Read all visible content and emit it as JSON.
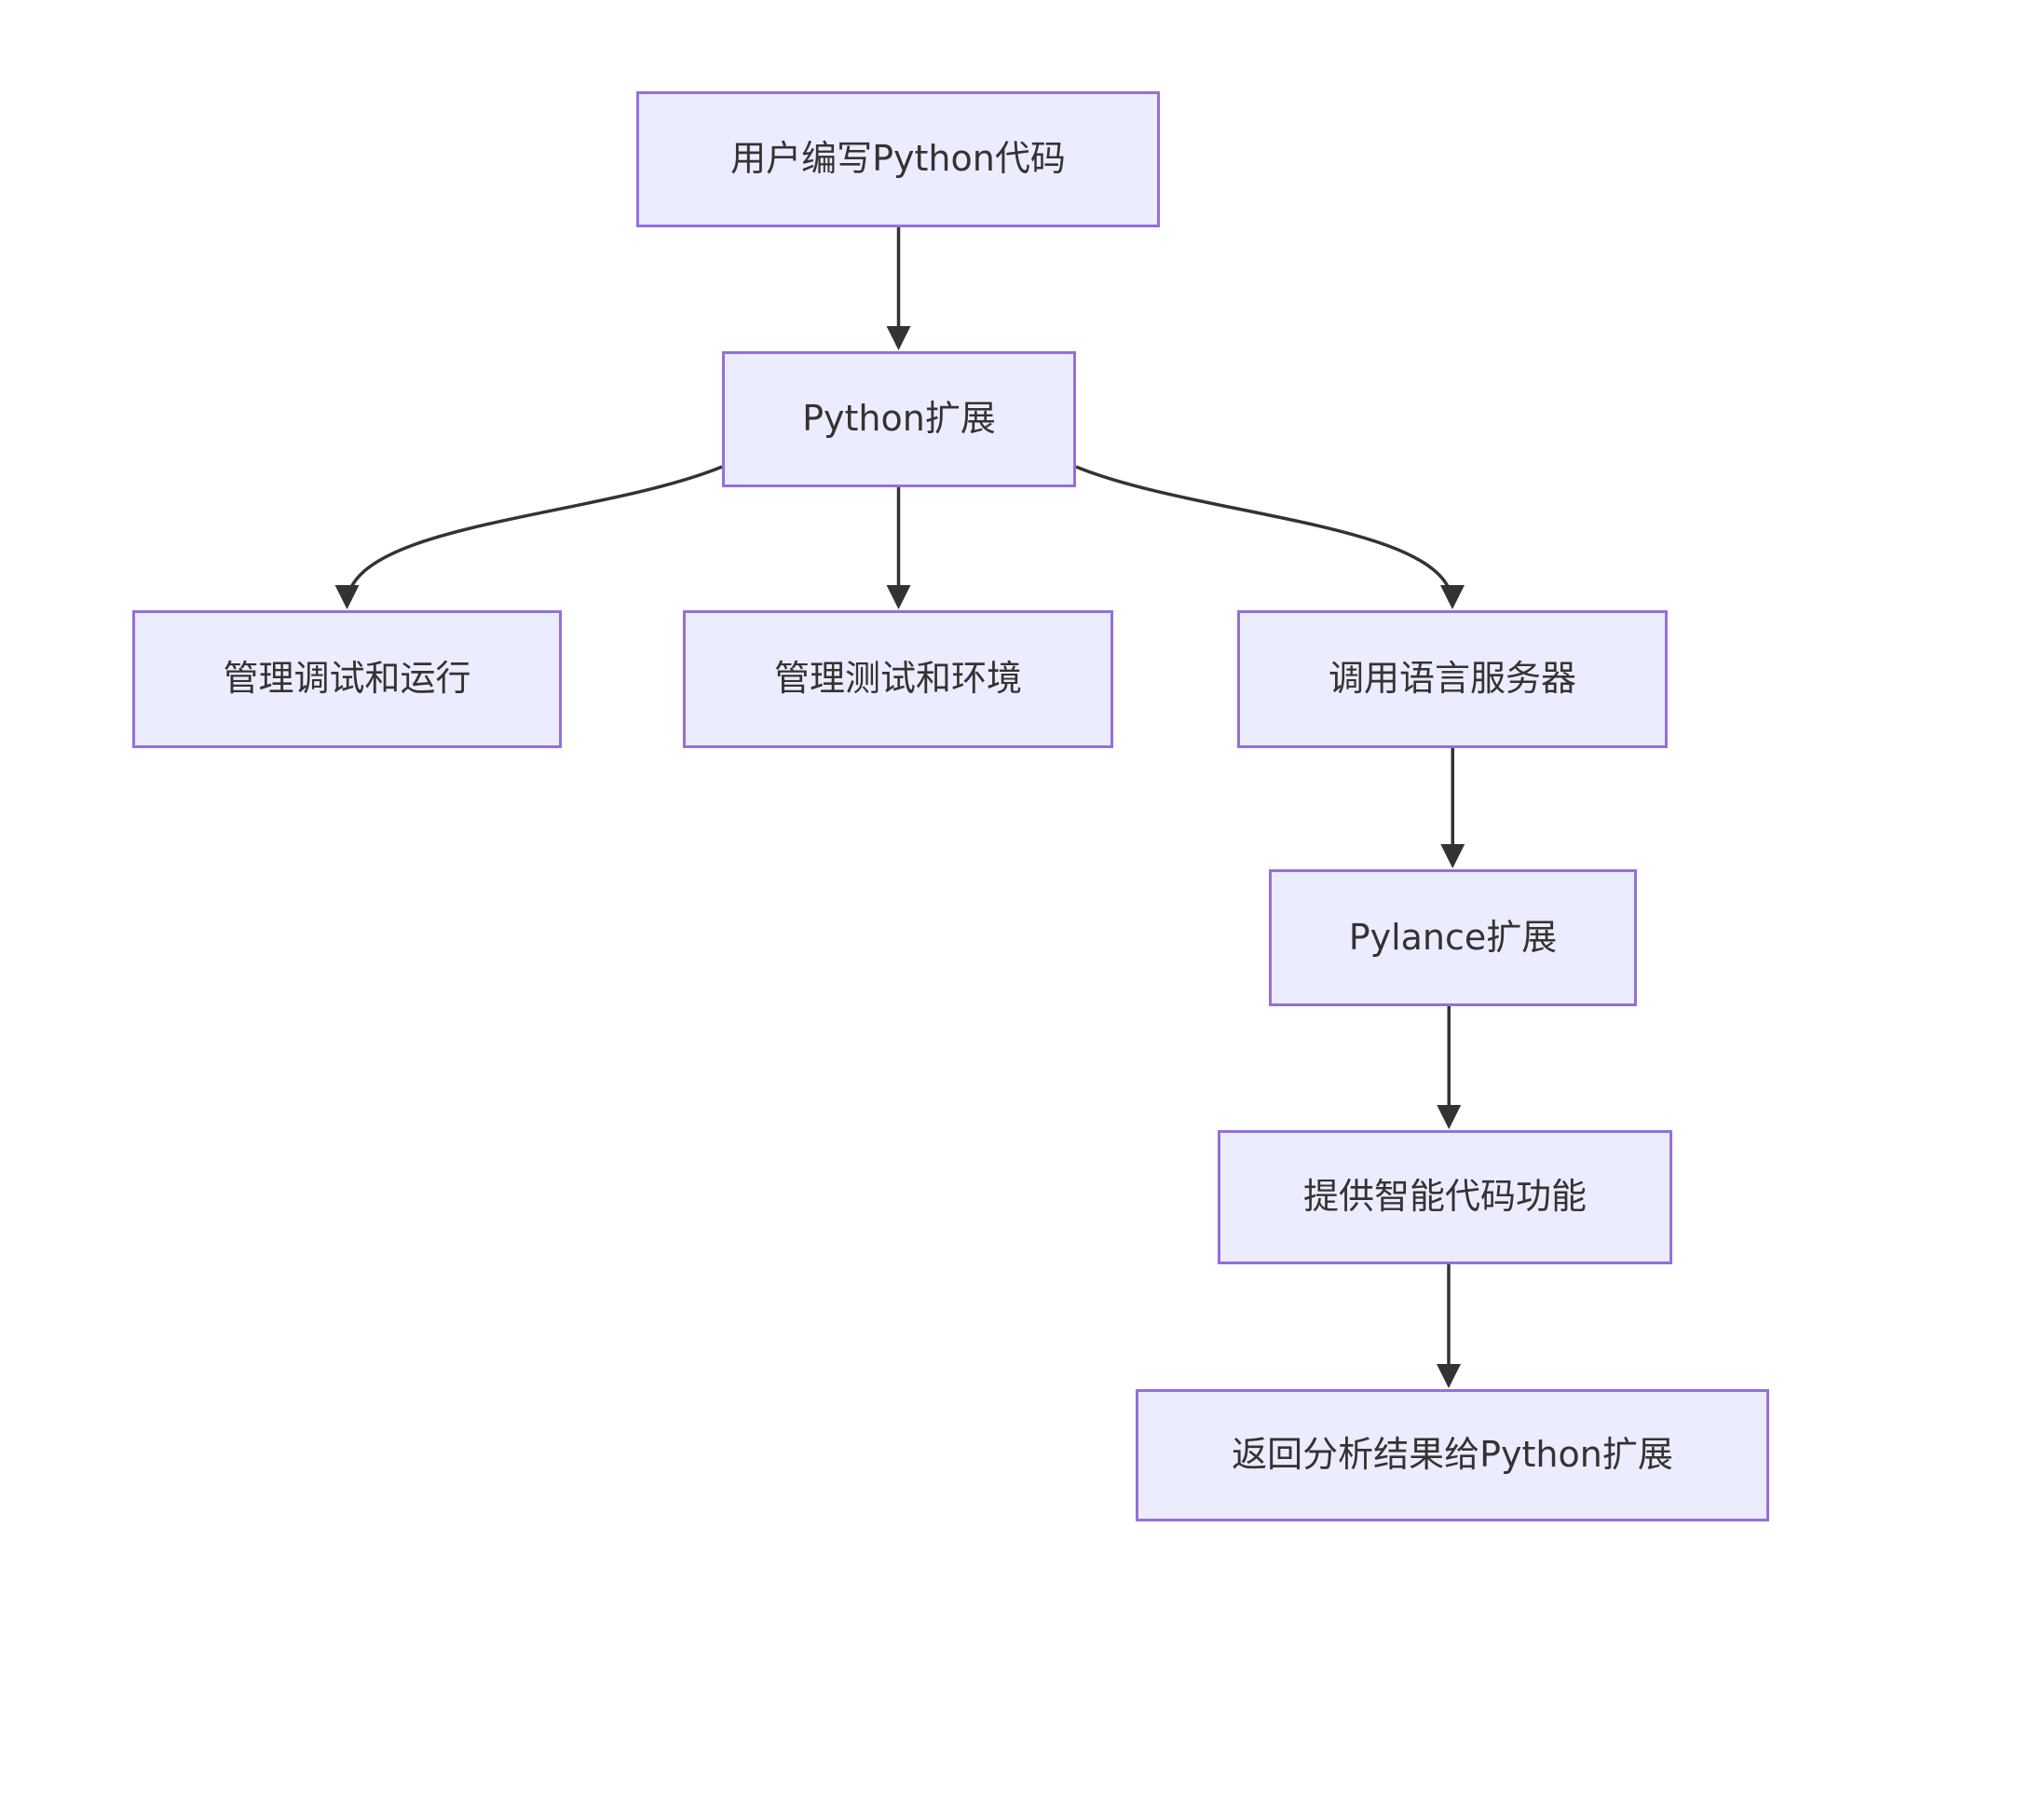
{
  "diagram": {
    "type": "flowchart-top-down",
    "nodes": [
      {
        "id": "user_code",
        "label": "用户编写Python代码"
      },
      {
        "id": "python_ext",
        "label": "Python扩展"
      },
      {
        "id": "debug_run",
        "label": "管理调试和运行"
      },
      {
        "id": "test_env",
        "label": "管理测试和环境"
      },
      {
        "id": "lang_server",
        "label": "调用语言服务器"
      },
      {
        "id": "pylance_ext",
        "label": "Pylance扩展"
      },
      {
        "id": "code_features",
        "label": "提供智能代码功能"
      },
      {
        "id": "return_results",
        "label": "返回分析结果给Python扩展"
      }
    ],
    "edges": [
      {
        "from": "user_code",
        "to": "python_ext"
      },
      {
        "from": "python_ext",
        "to": "debug_run"
      },
      {
        "from": "python_ext",
        "to": "test_env"
      },
      {
        "from": "python_ext",
        "to": "lang_server"
      },
      {
        "from": "lang_server",
        "to": "pylance_ext"
      },
      {
        "from": "pylance_ext",
        "to": "code_features"
      },
      {
        "from": "code_features",
        "to": "return_results"
      }
    ]
  },
  "colors": {
    "background": "#FFFFFF",
    "node_fill": "#ECECFF",
    "node_border": "#9370DB",
    "node_text": "#333333",
    "edge_line": "#333333"
  }
}
